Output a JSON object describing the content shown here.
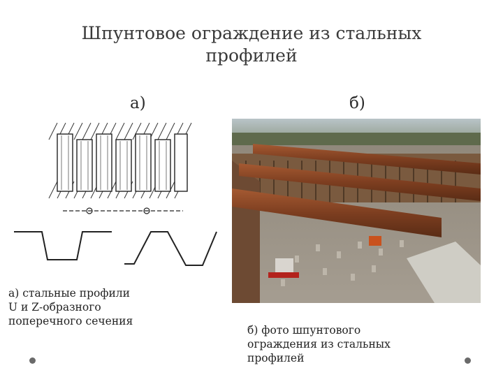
{
  "slide": {
    "title_line1": "Шпунтовое ограждение из стальных",
    "title_line2": "профилей",
    "label_a": "а)",
    "label_b": "б)",
    "caption_a_line1": "а) стальные профили",
    "caption_a_line2": "U и Z-образного",
    "caption_a_line3": "поперечного сечения",
    "caption_b_line1": "б) фото шпунтового",
    "caption_b_line2": "ограждения из стальных",
    "caption_b_line3": "профилей"
  }
}
